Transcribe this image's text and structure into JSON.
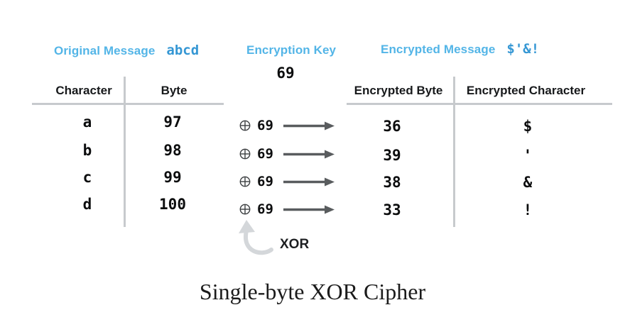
{
  "colors": {
    "label_blue": "#53b5e7",
    "value_blue": "#3597d4",
    "line_gray": "#c7cacd",
    "arrow_gray": "#595c5e",
    "curve_gray": "#d4d7da",
    "text_dark": "#17191b"
  },
  "header": {
    "original_message": {
      "label": "Original Message",
      "value": "abcd"
    },
    "encryption_key": {
      "label": "Encryption Key",
      "value": "69"
    },
    "encrypted_message": {
      "label": "Encrypted Message",
      "value": "$'&!"
    }
  },
  "left_table": {
    "headers": [
      "Character",
      "Byte"
    ],
    "rows": [
      {
        "char": "a",
        "byte": "97"
      },
      {
        "char": "b",
        "byte": "98"
      },
      {
        "char": "c",
        "byte": "99"
      },
      {
        "char": "d",
        "byte": "100"
      }
    ]
  },
  "xor_column": {
    "operator_icon": "circle-plus-xor-icon",
    "rows": [
      {
        "key": "69"
      },
      {
        "key": "69"
      },
      {
        "key": "69"
      },
      {
        "key": "69"
      }
    ],
    "annotation": "XOR"
  },
  "right_table": {
    "headers": [
      "Encrypted Byte",
      "Encrypted Character"
    ],
    "rows": [
      {
        "byte": "36",
        "char": "$"
      },
      {
        "byte": "39",
        "char": "'"
      },
      {
        "byte": "38",
        "char": "&"
      },
      {
        "byte": "33",
        "char": "!"
      }
    ]
  },
  "caption": "Single-byte XOR Cipher"
}
